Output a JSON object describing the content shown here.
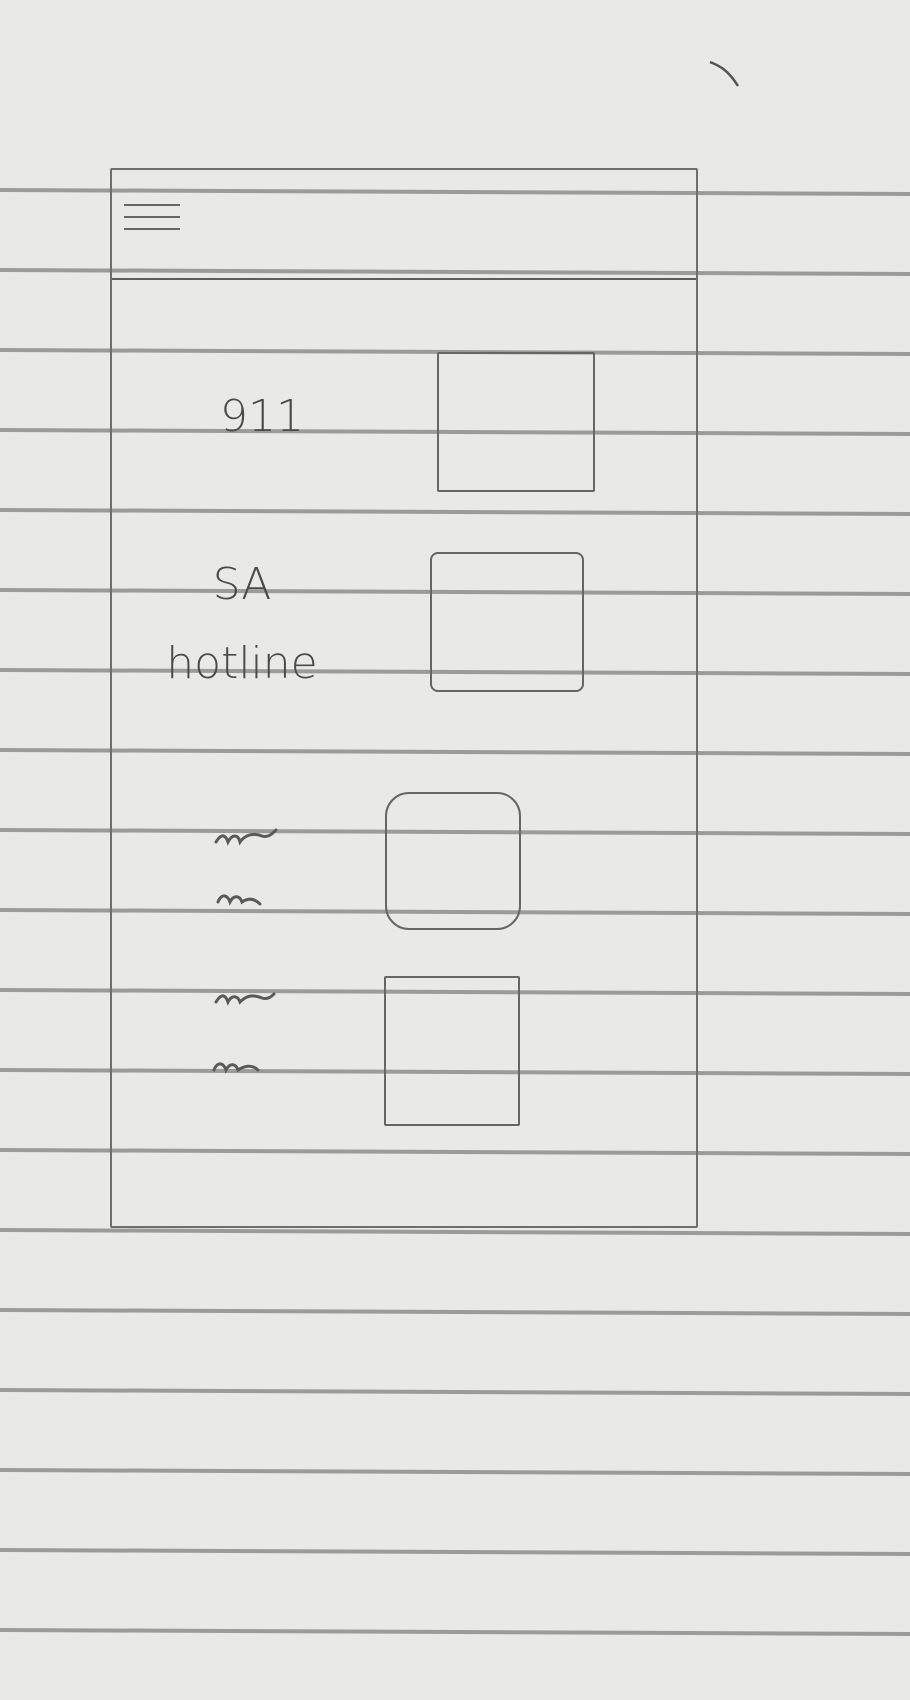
{
  "app": {
    "menu_icon": "hamburger-menu-icon"
  },
  "list": {
    "items": [
      {
        "label_line1": "911",
        "label_line2": "",
        "action_icon": "square-placeholder"
      },
      {
        "label_line1": "SA",
        "label_line2": "hotline",
        "action_icon": "square-placeholder"
      },
      {
        "label_line1": "",
        "label_line2": "",
        "action_icon": "rounded-square-placeholder"
      },
      {
        "label_line1": "",
        "label_line2": "",
        "action_icon": "square-placeholder"
      }
    ]
  },
  "colors": {
    "paper": "#e9e9e7",
    "ruled_line": "#9b9b99",
    "pencil": "#5a5a5a"
  }
}
